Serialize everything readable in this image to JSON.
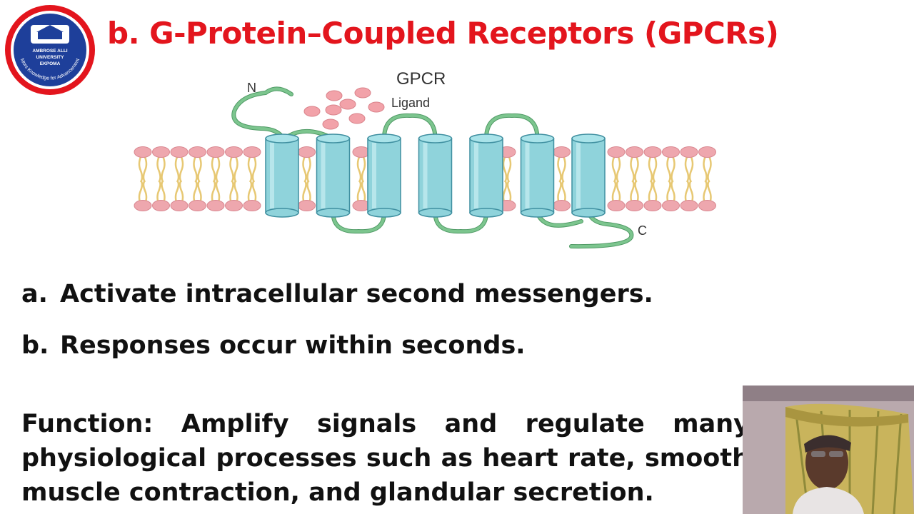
{
  "slide": {
    "title": "b. G-Protein–Coupled Receptors (GPCRs)"
  },
  "logo": {
    "line1": "AMBROSE ALLI",
    "line2": "UNIVERSITY",
    "line3": "EKPOMA",
    "motto": "Mors Knowledge for Advancement",
    "icon": "university-crest-icon"
  },
  "diagram": {
    "title": "GPCR",
    "ligand_label": "Ligand",
    "n_terminus_label": "N",
    "c_terminus_label": "C",
    "helix_count": 7,
    "colors": {
      "helix": "#8fd3db",
      "helix_stroke": "#3f8fa0",
      "loop": "#7cc58e",
      "lipid_head": "#eea7ae",
      "lipid_tail": "#e7c873",
      "ligand": "#f2a2a9"
    }
  },
  "points": [
    {
      "marker": "a.",
      "text": "Activate intracellular second messengers."
    },
    {
      "marker": "b.",
      "text": "Responses occur within seconds."
    }
  ],
  "function_text": "Function: Amplify signals and regulate many physiological processes such as heart rate, smooth muscle contraction, and glandular secretion.",
  "colors": {
    "title": "#e3151d",
    "body_text": "#111111"
  }
}
